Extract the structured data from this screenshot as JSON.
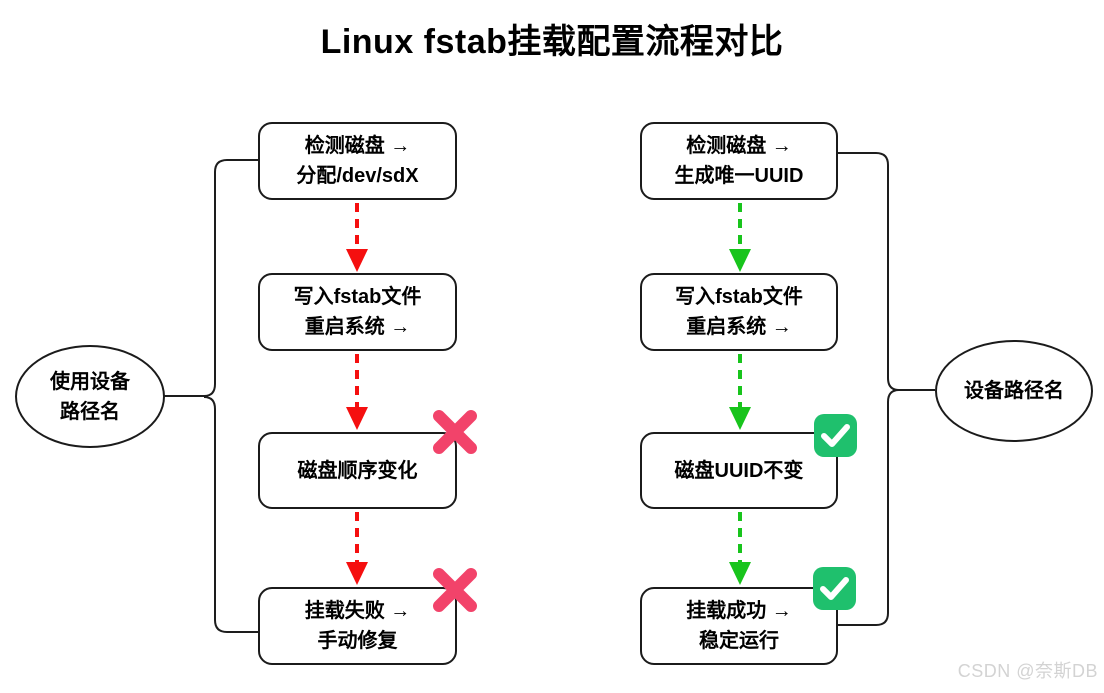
{
  "title": "Linux fstab挂载配置流程对比",
  "watermark": "CSDN @奈斯DB",
  "colors": {
    "failure_arrow": "#f50f0f",
    "success_arrow": "#18c41c",
    "cross": "#f2436a",
    "check_bg": "#1fc06d",
    "check_mark": "#ffffff",
    "connector": "#1d1d1d"
  },
  "left_flow": {
    "root_label": "使用设备\n路径名",
    "steps": [
      {
        "label": "检测磁盘 →\n分配/dev/sdX"
      },
      {
        "label": "写入fstab文件\n重启系统 →"
      },
      {
        "label": "磁盘顺序变化",
        "badge": "cross"
      },
      {
        "label": "挂载失败 →\n手动修复",
        "badge": "cross"
      }
    ]
  },
  "right_flow": {
    "root_label": "设备路径名",
    "steps": [
      {
        "label": "检测磁盘 →\n生成唯一UUID"
      },
      {
        "label": "写入fstab文件\n重启系统 →"
      },
      {
        "label": "磁盘UUID不变",
        "badge": "check"
      },
      {
        "label": "挂载成功 →\n稳定运行",
        "badge": "check"
      }
    ]
  }
}
